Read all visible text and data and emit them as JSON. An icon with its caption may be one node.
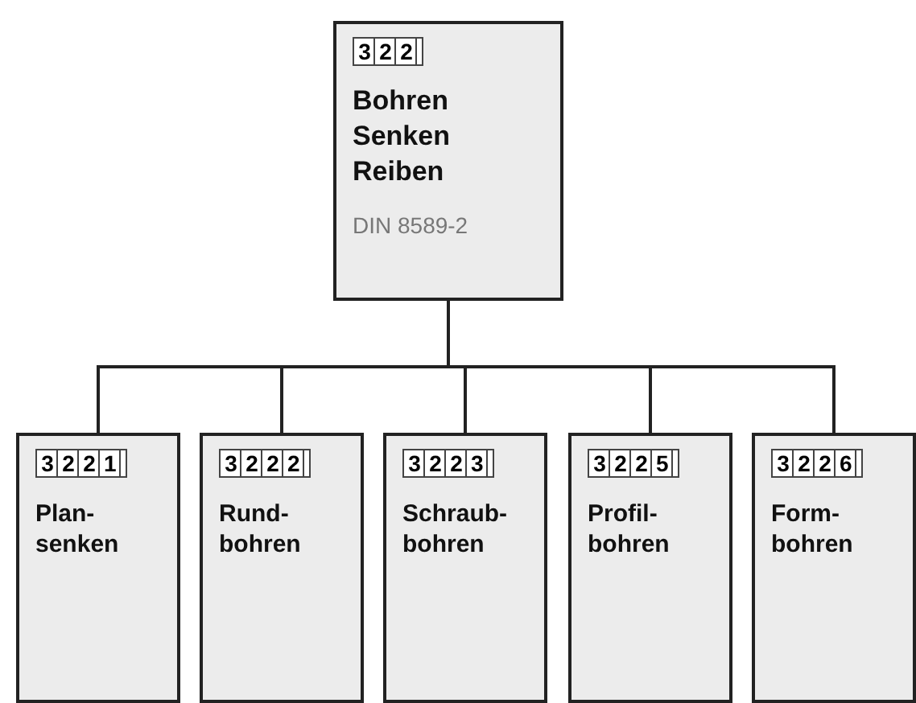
{
  "diagram": {
    "nodes": [
      {
        "text": [
          "322",
          "Bohren Senken Reiben",
          "DIN 8589-2"
        ]
      },
      {
        "text": [
          "3221",
          "Plan- senken"
        ]
      },
      {
        "text": [
          "3222",
          "Rund- bohren"
        ]
      },
      {
        "text": [
          "3223",
          "Schraub- bohren"
        ]
      },
      {
        "text": [
          "3225",
          "Profil- bohren"
        ]
      },
      {
        "text": [
          "3226",
          "Form- bohren"
        ]
      }
    ],
    "edges": [
      {
        "from": 0,
        "to": 1,
        "arrow": "none"
      },
      {
        "from": 0,
        "to": 2,
        "arrow": "none"
      },
      {
        "from": 0,
        "to": 3,
        "arrow": "none"
      },
      {
        "from": 0,
        "to": 4,
        "arrow": "none"
      },
      {
        "from": 0,
        "to": 5,
        "arrow": "none"
      }
    ]
  }
}
